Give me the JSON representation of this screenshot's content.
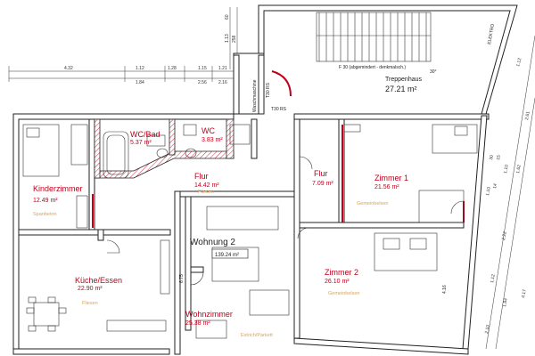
{
  "dimensions": {
    "top_row1": [
      "4.32",
      "1.12",
      "1.28",
      "1.15",
      "1.21"
    ],
    "top_row2": [
      "1.84",
      "2.56",
      "2.16"
    ],
    "left_vertical": [
      "60",
      "1.13",
      "258"
    ],
    "right_diagonal": [
      "1.12",
      "1.10",
      "14",
      "2.61",
      "1.10",
      "1.62",
      "2.22",
      "1.12",
      "2.10",
      "1.84",
      "4.17",
      "30",
      "15"
    ]
  },
  "rooms": {
    "treppenhaus": {
      "name": "Treppenhaus",
      "area": "27.21 m²",
      "note": "F 30 (abgemindert - denkmalsch.)"
    },
    "kinderzimmer": {
      "name": "Kinderzimmer",
      "area": "12.49 m²",
      "floor": "Spanbeton"
    },
    "wc_bad": {
      "name": "WC/Bad",
      "area": "5.37 m²"
    },
    "wc": {
      "name": "WC",
      "area": "3.83 m²"
    },
    "flur_left": {
      "name": "Flur",
      "area": "14.42 m²",
      "floor": "Fliesen"
    },
    "flur_right": {
      "name": "Flur",
      "area": "7.09 m²"
    },
    "zimmer1": {
      "name": "Zimmer 1",
      "area": "21.56 m²",
      "floor": "Gemeinbelsen"
    },
    "kueche": {
      "name": "Küche/Essen",
      "area": "22.90 m²",
      "floor": "Fliesen"
    },
    "zimmer2": {
      "name": "Zimmer 2",
      "area": "26.10 m²",
      "floor": "Gemeinbelsen"
    },
    "wohnzimmer": {
      "name": "Wohnzimmer",
      "area": "25.38 m²",
      "floor": "Estrich/Parkett"
    }
  },
  "apartment": {
    "name": "Wohnung 2",
    "area": "139.24 m²"
  },
  "labels": {
    "waschmaschine": "Waschmaschine",
    "door_top": "T30 RS",
    "door_side": "T30 RS",
    "elektro": "ELEKTRO",
    "stair_note": "30°",
    "side_dim": "6.75",
    "right_dim": "4.16"
  }
}
